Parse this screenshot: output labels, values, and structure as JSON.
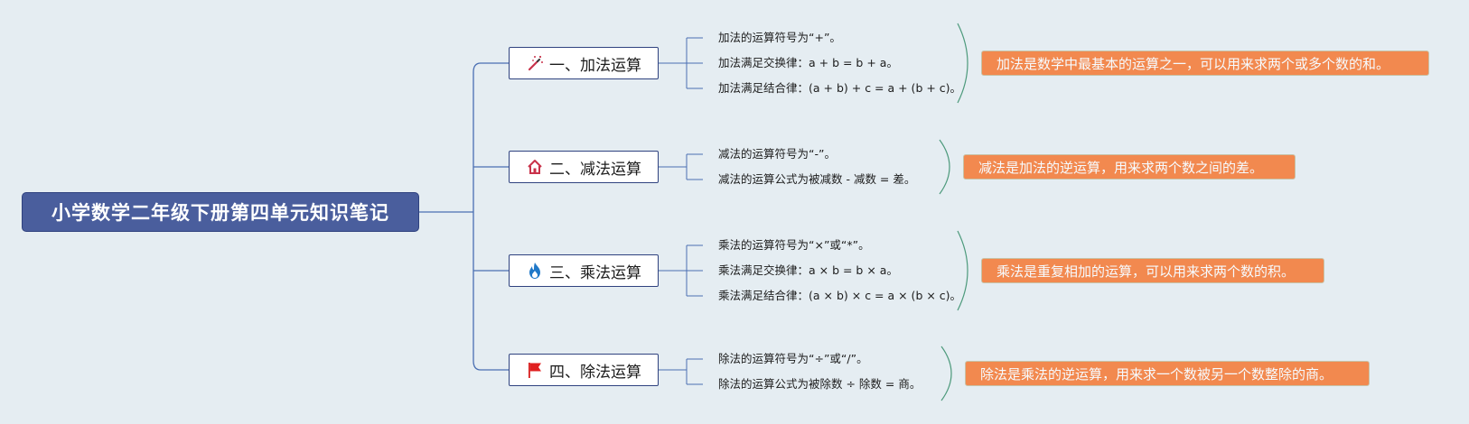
{
  "title": "小学数学二年级下册第四单元知识笔记",
  "colors": {
    "background": "#e5edf2",
    "root_fill": "#4a5e9d",
    "branch_border": "#2f427f",
    "connector": "#4a6fb3",
    "summary_fill": "#f2894f",
    "bracket": "#4d9a7c"
  },
  "topics": [
    {
      "label": "一、加法运算",
      "icon": "magic-wand-icon",
      "notes": [
        "加法的运算符号为“+”。",
        "加法满足交换律：a + b = b + a。",
        "加法满足结合律：(a + b) + c = a + (b + c)。"
      ],
      "summary": "加法是数学中最基本的运算之一，可以用来求两个或多个数的和。"
    },
    {
      "label": "二、减法运算",
      "icon": "home-icon",
      "notes": [
        "减法的运算符号为“-”。",
        "减法的运算公式为被减数 - 减数 = 差。"
      ],
      "summary": "减法是加法的逆运算，用来求两个数之间的差。"
    },
    {
      "label": "三、乘法运算",
      "icon": "flame-icon",
      "notes": [
        "乘法的运算符号为“×”或“*”。",
        "乘法满足交换律：a × b = b × a。",
        "乘法满足结合律：(a × b) × c = a × (b × c)。"
      ],
      "summary": "乘法是重复相加的运算，可以用来求两个数的积。"
    },
    {
      "label": "四、除法运算",
      "icon": "flag-icon",
      "notes": [
        "除法的运算符号为“÷”或“/”。",
        "除法的运算公式为被除数 ÷ 除数 = 商。"
      ],
      "summary": "除法是乘法的逆运算，用来求一个数被另一个数整除的商。"
    }
  ]
}
